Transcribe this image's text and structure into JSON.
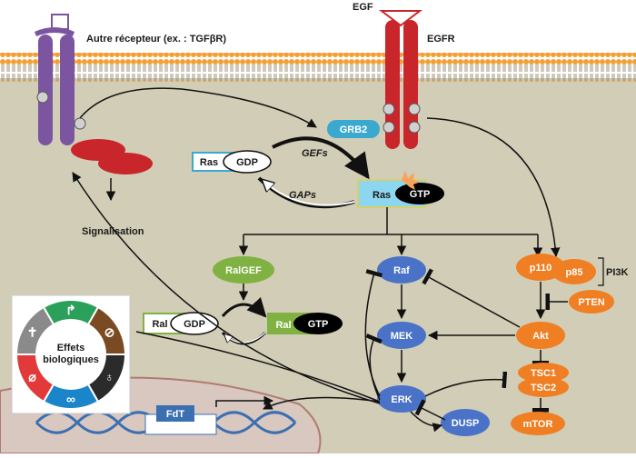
{
  "labels": {
    "other_receptor": "Autre récepteur (ex. : TGFβR)",
    "egf": "EGF",
    "egfr": "EGFR",
    "signalisation": "Signalisation",
    "grb2": "GRB2",
    "ras": "Ras",
    "gdp": "GDP",
    "gtp": "GTP",
    "gefs": "GEFs",
    "gaps": "GAPs",
    "ralgef": "RalGEF",
    "ral": "Ral",
    "raf": "Raf",
    "mek": "MEK",
    "erk": "ERK",
    "dusp": "DUSP",
    "p110": "p110",
    "p85": "p85",
    "pi3k": "PI3K",
    "pten": "PTEN",
    "akt": "Akt",
    "tsc1": "TSC1",
    "tsc2": "TSC2",
    "mtor": "mTOR",
    "fdt": "FdT",
    "effects_line1": "Effets",
    "effects_line2": "biologiques"
  },
  "colors": {
    "background": "#d2cdb6",
    "membrane_head": "#f2a036",
    "blue_node": "#4a73c7",
    "orange_node": "#f07e22",
    "green_node": "#7fb242",
    "red_receptor": "#c9262b",
    "purple_receptor": "#7b559f",
    "cyan_ras": "#8dd6ef",
    "grb2": "#3ba9cf"
  },
  "icons": [
    "cell-cycle-icon",
    "growth-arrow-icon",
    "block-icon",
    "mitosis-icon",
    "infinity-icon",
    "cell-icon",
    "sword-icon"
  ]
}
